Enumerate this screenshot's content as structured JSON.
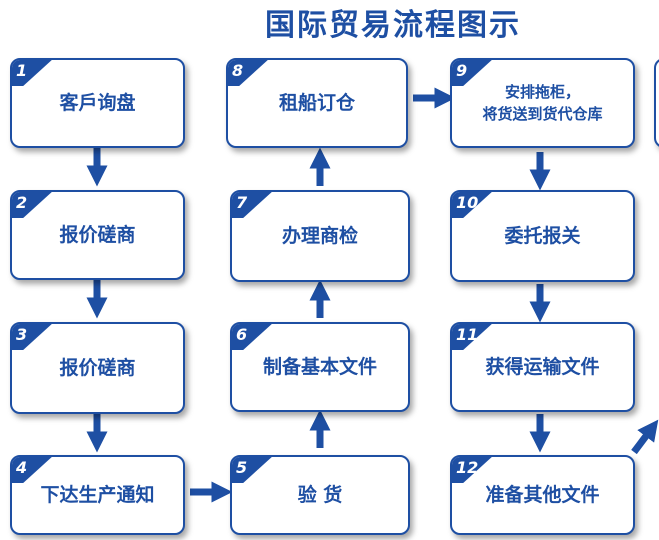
{
  "title": "国际贸易流程图示",
  "colors": {
    "primary": "#1e4fa3",
    "background": "#ffffff"
  },
  "steps": [
    {
      "num": "1",
      "label": "客戶询盘"
    },
    {
      "num": "2",
      "label": "报价磋商"
    },
    {
      "num": "3",
      "label": "报价磋商"
    },
    {
      "num": "4",
      "label": "下达生产通知"
    },
    {
      "num": "5",
      "label": "验 货"
    },
    {
      "num": "6",
      "label": "制备基本文件"
    },
    {
      "num": "7",
      "label": "办理商检"
    },
    {
      "num": "8",
      "label": "租船订仓"
    },
    {
      "num": "9",
      "label": "安排拖柜，\n将货送到货代仓库"
    },
    {
      "num": "10",
      "label": "委托报关"
    },
    {
      "num": "11",
      "label": "获得运输文件"
    },
    {
      "num": "12",
      "label": "准备其他文件"
    }
  ]
}
